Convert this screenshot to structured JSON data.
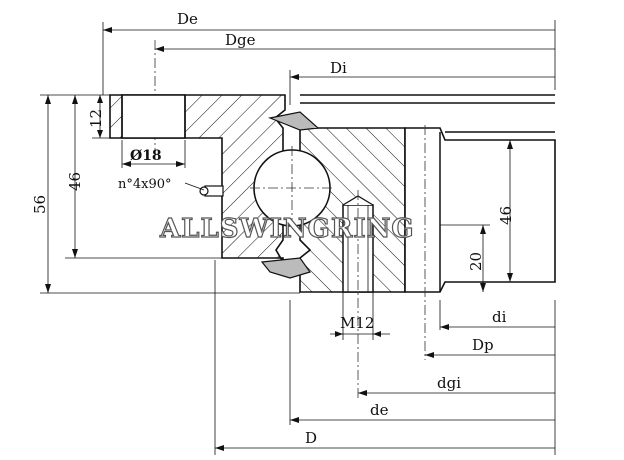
{
  "watermark": "ALLSWINGRING",
  "dimensions": {
    "outer_diameters": [
      "De",
      "Dge",
      "Di"
    ],
    "lower_diameters": [
      "di",
      "Dp",
      "dgi",
      "de",
      "D"
    ],
    "heights_left": [
      "56",
      "46",
      "12"
    ],
    "heights_right": [
      "46",
      "20"
    ],
    "hole": "Ø18",
    "lubrication": "n°4x90°",
    "thread": "M12"
  }
}
